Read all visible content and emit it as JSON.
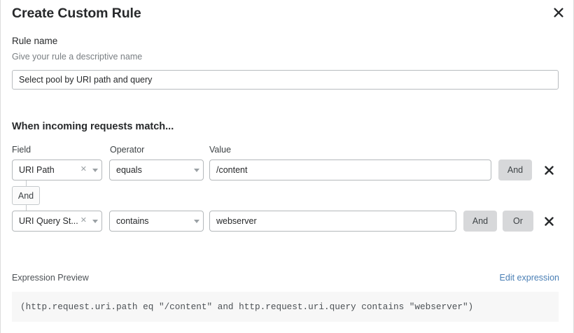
{
  "modal": {
    "title": "Create Custom Rule",
    "close_icon": "close-icon"
  },
  "rule_name": {
    "label": "Rule name",
    "help_text": "Give your rule a descriptive name",
    "value": "Select pool by URI path and query",
    "placeholder": ""
  },
  "match_section": {
    "heading": "When incoming requests match...",
    "columns": [
      {
        "label": "Field"
      },
      {
        "label": "Operator"
      },
      {
        "label": "Value"
      }
    ],
    "connector": {
      "label": "And"
    },
    "conditions": [
      {
        "field": "URI Path",
        "field_clear_icon": "clear-x-icon",
        "field_chevron_icon": "chevron-down-icon",
        "operator": "equals",
        "operator_chevron_icon": "chevron-down-icon",
        "value": "/content",
        "logic_buttons": [
          "And"
        ],
        "remove_icon": "close-icon"
      },
      {
        "field": "URI Query St...",
        "field_clear_icon": "clear-x-icon",
        "field_chevron_icon": "chevron-down-icon",
        "operator": "contains",
        "operator_chevron_icon": "chevron-down-icon",
        "value": "webserver",
        "logic_buttons": [
          "And",
          "Or"
        ],
        "remove_icon": "close-icon"
      }
    ]
  },
  "expression_preview": {
    "label": "Expression Preview",
    "edit_link": "Edit expression",
    "expression": "(http.request.uri.path eq \"/content\" and http.request.uri.query contains \"webserver\")"
  },
  "colors": {
    "link": "#4a7fb5",
    "logic_button_bg": "#d7d8da",
    "text_primary": "#27292b",
    "text_muted": "#7a7f83",
    "border": "#b4b8bb",
    "preview_bg": "#f7f7f7"
  }
}
